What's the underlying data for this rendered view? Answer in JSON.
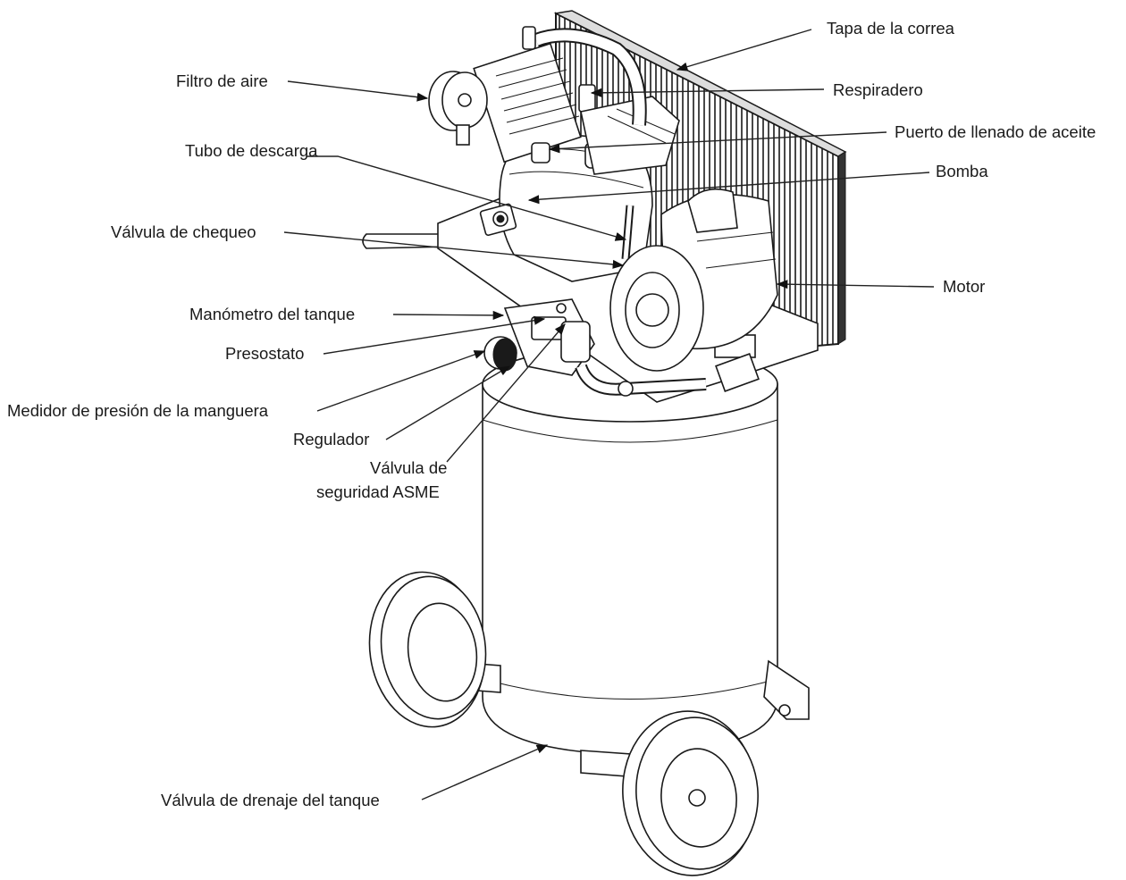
{
  "labels": {
    "belt_cover": "Tapa de la correa",
    "air_filter": "Filtro de aire",
    "breather": "Respiradero",
    "oil_fill_port": "Puerto de llenado de aceite",
    "discharge_tube": "Tubo de descarga",
    "pump": "Bomba",
    "check_valve": "Válvula de chequeo",
    "motor": "Motor",
    "tank_gauge": "Manómetro del tanque",
    "pressure_switch": "Presostato",
    "hose_gauge": "Medidor de presión de la manguera",
    "regulator": "Regulador",
    "safety_valve_line1": "Válvula de",
    "safety_valve_line2": "seguridad ASME",
    "drain_valve": "Válvula de drenaje del tanque"
  }
}
